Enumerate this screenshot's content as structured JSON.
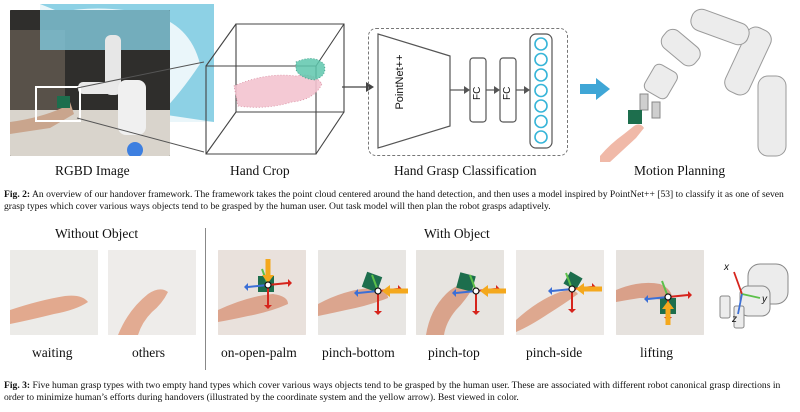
{
  "pipeline": {
    "labels": {
      "rgbd": "RGBD Image",
      "crop": "Hand Crop",
      "classification": "Hand Grasp Classification",
      "planning": "Motion Planning"
    },
    "network": {
      "encoder": "PointNet++",
      "fc1": "FC",
      "fc2": "FC",
      "output_nodes": 7
    }
  },
  "fig2": {
    "prefix": "Fig. 2:",
    "text": " An overview of our handover framework. The framework takes the point cloud centered around the hand detection, and then uses a model inspired by PointNet++ [53] to classify it as one of seven grasp types which cover various ways objects tend to be grasped by the human user. Out task model will then plan the robot grasps adaptively."
  },
  "grasps": {
    "without_title": "Without Object",
    "with_title": "With Object",
    "items": [
      {
        "label": "waiting"
      },
      {
        "label": "others"
      },
      {
        "label": "on-open-palm"
      },
      {
        "label": "pinch-bottom"
      },
      {
        "label": "pinch-top"
      },
      {
        "label": "pinch-side"
      },
      {
        "label": "lifting"
      }
    ],
    "axes": {
      "x": "x",
      "y": "y",
      "z": "z"
    }
  },
  "fig3": {
    "prefix": "Fig. 3:",
    "text": " Five human grasp types with two empty hand types which cover various ways objects tend to be grasped by the human user. These are associated with different robot canonical grasp directions in order to minimize human’s efforts during handovers (illustrated by the coordinate system and the yellow arrow). Best viewed in color."
  },
  "colors": {
    "arrow_yellow": "#f4a81d",
    "arrow_red": "#d6241c",
    "arrow_blue": "#3c6fd6",
    "arrow_green": "#5cc04a",
    "cube": "#1d6e4d",
    "node": "#37b5d8",
    "robot_arrow": "#3fa6d6"
  }
}
